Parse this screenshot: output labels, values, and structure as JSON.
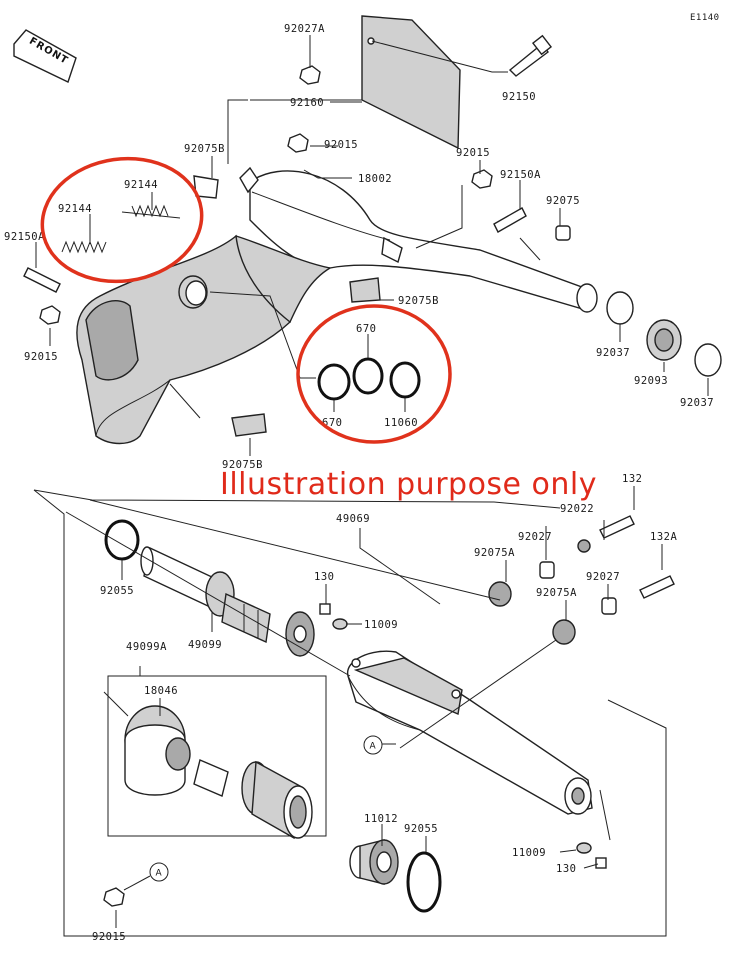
{
  "diagram": {
    "code": "E1140",
    "front_label": "FRONT",
    "note": "Illustration purpose only",
    "ref_a": "A",
    "parts": {
      "p92027A": "92027A",
      "p92160": "92160",
      "p92150_top": "92150",
      "p92075B_top": "92075B",
      "p92015_mid": "92015",
      "p18002": "18002",
      "p92015_right": "92015",
      "p92150A_right": "92150A",
      "p92075_right": "92075",
      "p92144_a": "92144",
      "p92144_b": "92144",
      "p92150A_left": "92150A",
      "p92015_left": "92015",
      "p92075B_mid": "92075B",
      "p670_top": "670",
      "p670_left": "670",
      "p11060": "11060",
      "p92037_a": "92037",
      "p92093": "92093",
      "p92037_b": "92037",
      "p92075B_low": "92075B",
      "p49069": "49069",
      "p132": "132",
      "p92022": "92022",
      "p92027_a": "92027",
      "p132A": "132A",
      "p92075A_a": "92075A",
      "p92027_b": "92027",
      "p92075A_b": "92075A",
      "p92055_top": "92055",
      "p130_top": "130",
      "p11009_top": "11009",
      "p49099": "49099",
      "p49099A": "49099A",
      "p18046": "18046",
      "p11012": "11012",
      "p92055_low": "92055",
      "p11009_low": "11009",
      "p130_low": "130",
      "p92015_bottom": "92015"
    }
  }
}
